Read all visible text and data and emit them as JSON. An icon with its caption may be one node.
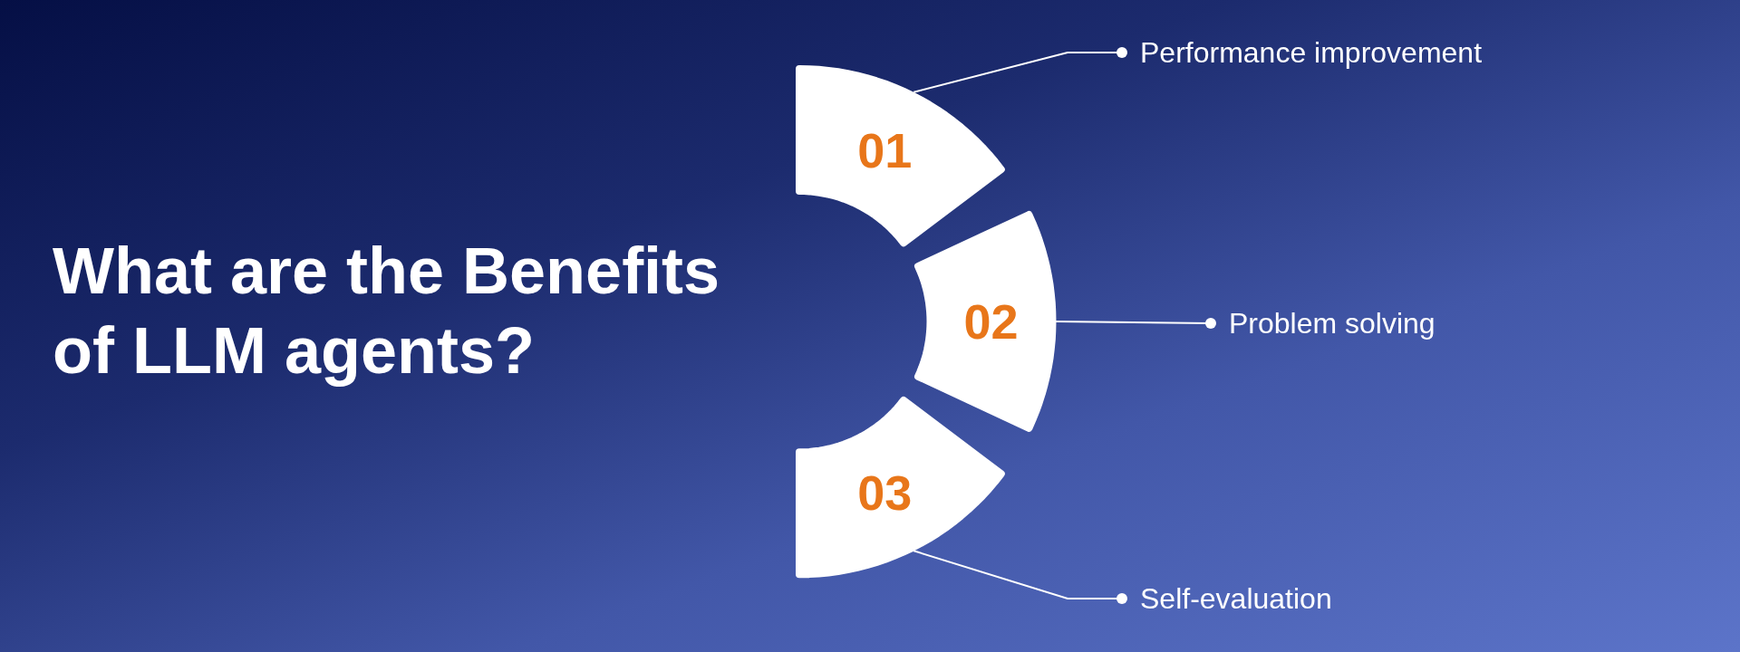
{
  "diagram": {
    "title": "What are the Benefits of LLM agents?",
    "nodes": [
      {
        "text": [
          "01"
        ]
      },
      {
        "text": [
          "02"
        ]
      },
      {
        "text": [
          "03"
        ]
      },
      {
        "text": [
          "Performance improvement"
        ]
      },
      {
        "text": [
          "Problem solving"
        ]
      },
      {
        "text": [
          "Self-evaluation"
        ]
      }
    ],
    "edges": [
      {
        "from": 3,
        "to": 0,
        "arrow": "other"
      },
      {
        "from": 4,
        "to": 1,
        "arrow": "other"
      },
      {
        "from": 5,
        "to": 2,
        "arrow": "other"
      }
    ]
  }
}
